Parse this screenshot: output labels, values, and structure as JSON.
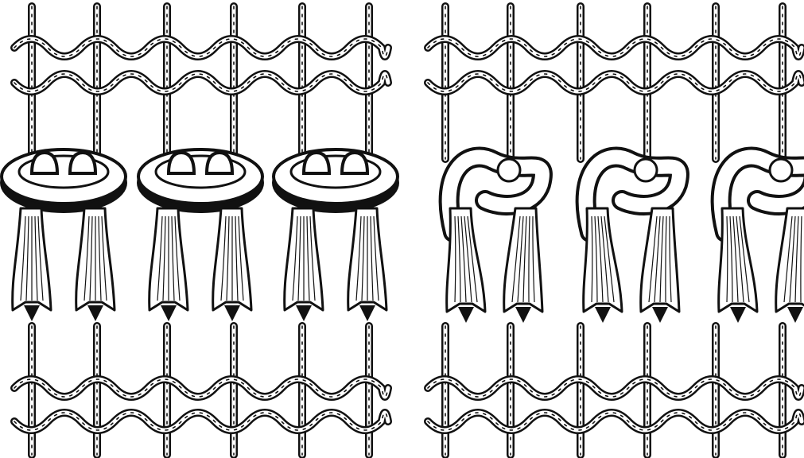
{
  "figure": {
    "panels": [
      {
        "id": "left",
        "knot_style": "straight",
        "tassel_count": 6,
        "loop_count": 3
      },
      {
        "id": "right",
        "knot_style": "twisted",
        "tassel_count": 6,
        "loop_count": 3
      }
    ],
    "colors": {
      "ink": "#111111",
      "paper": "#ffffff"
    }
  }
}
